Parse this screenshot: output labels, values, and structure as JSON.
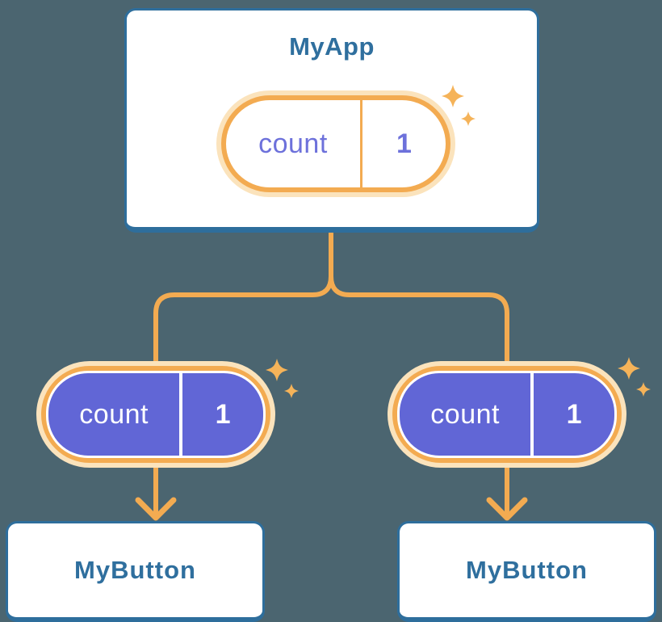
{
  "diagram": {
    "root": {
      "title": "MyApp",
      "state": {
        "name": "count",
        "value": "1"
      }
    },
    "children": [
      {
        "title": "MyButton",
        "state": {
          "name": "count",
          "value": "1"
        }
      },
      {
        "title": "MyButton",
        "state": {
          "name": "count",
          "value": "1"
        }
      }
    ]
  },
  "icons": {
    "sparkle": "sparkle-icon",
    "arrow": "arrow-down-icon"
  },
  "colors": {
    "background": "#4B6570",
    "card_background": "#FFFFFF",
    "card_border": "#2E6E9C",
    "component_text": "#2F6F9E",
    "connector_orange": "#F3AB51",
    "pill_halo_cream": "#FBE3BC",
    "state_purple": "#6166D6",
    "state_text_on_dark": "#FFFFFF",
    "state_text_on_light": "#6D71DB",
    "sparkle_orange": "#F5B359"
  }
}
